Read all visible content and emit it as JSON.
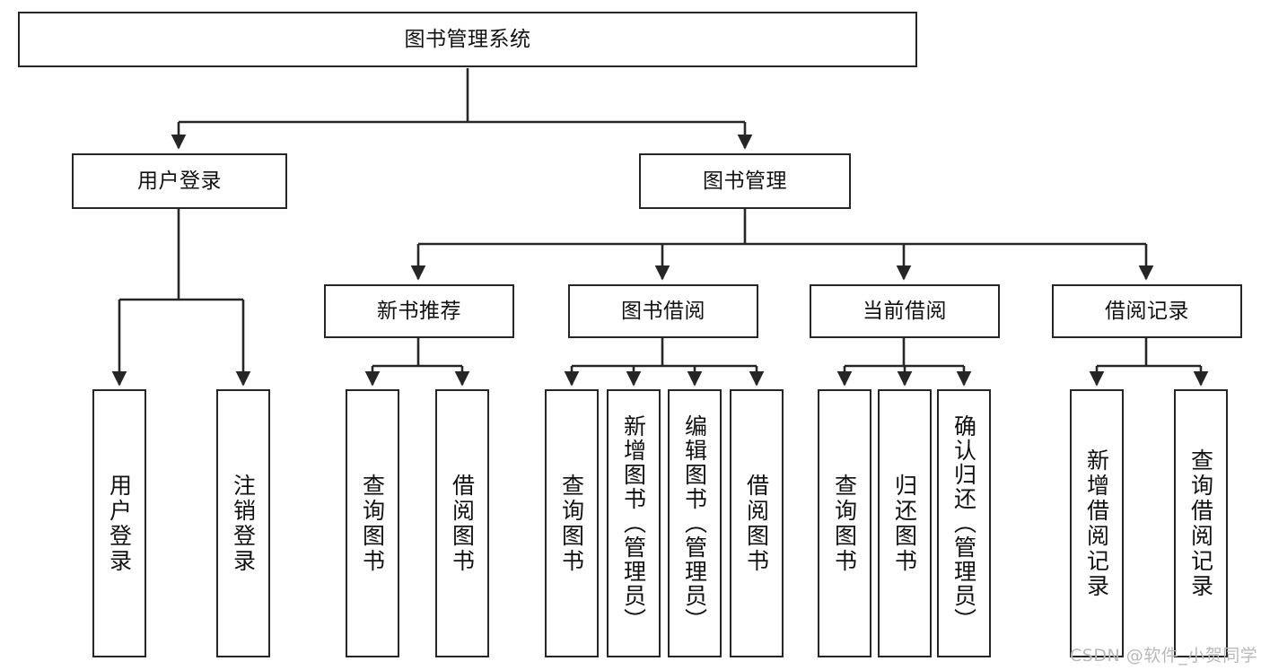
{
  "diagram": {
    "title": "图书管理系统",
    "type": "tree-hierarchy-diagram",
    "colors": {
      "box_border": "#262626",
      "box_fill": "#ffffff",
      "edge": "#262626",
      "text": "#111111",
      "watermark": "#b9b9b9",
      "background": "#ffffff"
    }
  },
  "root": {
    "label": "图书管理系统"
  },
  "level2": [
    {
      "label": "用户登录"
    },
    {
      "label": "图书管理"
    }
  ],
  "level3": [
    {
      "label": "新书推荐"
    },
    {
      "label": "图书借阅"
    },
    {
      "label": "当前借阅"
    },
    {
      "label": "借阅记录"
    }
  ],
  "leaves": {
    "user_login": [
      {
        "label": "用户登录"
      },
      {
        "label": "注销登录"
      }
    ],
    "new_book_recommend": [
      {
        "label": "查询图书"
      },
      {
        "label": "借阅图书"
      }
    ],
    "book_borrow": [
      {
        "label": "查询图书"
      },
      {
        "label": "新增图书（管理员）"
      },
      {
        "label": "编辑图书（管理员）"
      },
      {
        "label": "借阅图书"
      }
    ],
    "current_borrow": [
      {
        "label": "查询图书"
      },
      {
        "label": "归还图书"
      },
      {
        "label": "确认归还（管理员）"
      }
    ],
    "borrow_records": [
      {
        "label": "新增借阅记录"
      },
      {
        "label": "查询借阅记录"
      }
    ]
  },
  "watermark": {
    "text": "CSDN @软件_小贺同学"
  }
}
